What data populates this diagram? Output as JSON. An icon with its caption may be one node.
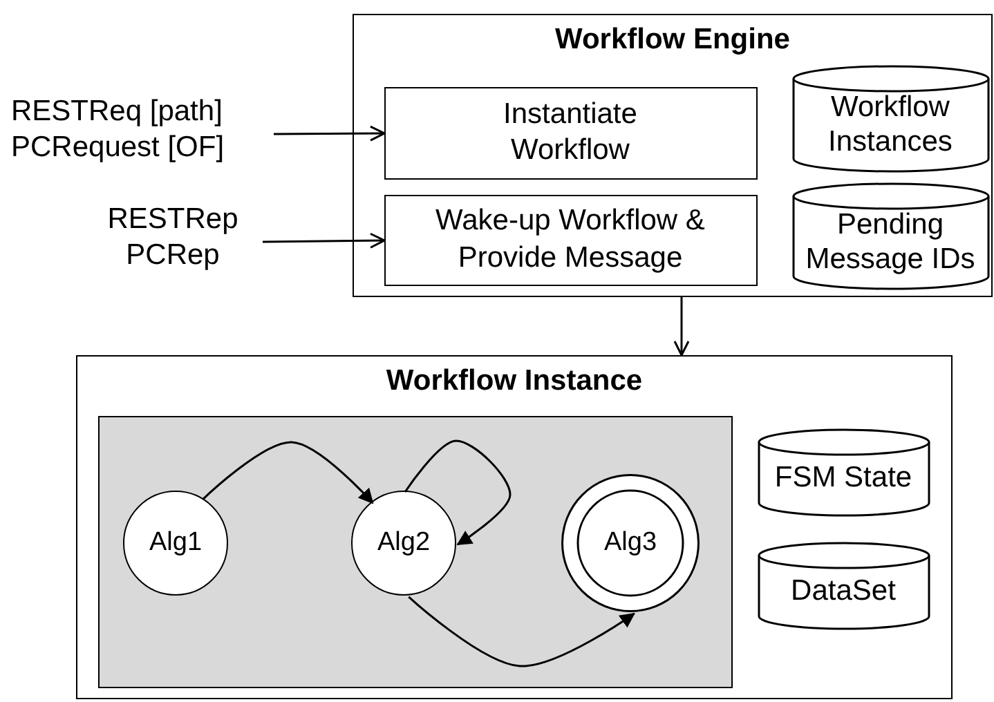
{
  "diagram": {
    "nodes": [
      {
        "text": [
          "Workflow Engine"
        ]
      },
      {
        "text": [
          "Instantiate Workflow"
        ],
        "in": 0
      },
      {
        "text": [
          "Wake-up Workflow & Provide Message"
        ],
        "in": 0
      },
      {
        "text": [
          "Workflow Instances"
        ],
        "in": 0
      },
      {
        "text": [
          "Pending Message IDs"
        ],
        "in": 0
      },
      {
        "text": [
          "RESTReq [path]",
          "PCRequest [OF]"
        ]
      },
      {
        "text": [
          "RESTRep",
          "PCRep"
        ]
      },
      {
        "text": [
          "Workflow Instance"
        ]
      },
      {
        "text": [],
        "shape": "box",
        "in": 7
      },
      {
        "text": [
          "Alg1"
        ],
        "in": 8
      },
      {
        "text": [
          "Alg2"
        ],
        "in": 8
      },
      {
        "text": [
          "Alg3"
        ],
        "in": 8
      },
      {
        "text": [
          "FSM State"
        ],
        "in": 7
      },
      {
        "text": [
          "DataSet"
        ],
        "in": 7
      }
    ],
    "edges": [
      {
        "from": 5,
        "to": 1,
        "arrow": "to"
      },
      {
        "from": 6,
        "to": 2,
        "arrow": "to"
      },
      {
        "from": 0,
        "to": 7,
        "arrow": "to"
      },
      {
        "from": 9,
        "to": 10,
        "arrow": "to"
      },
      {
        "from": 10,
        "to": 10,
        "arrow": "to"
      },
      {
        "from": 10,
        "to": 11,
        "arrow": "to"
      }
    ]
  }
}
